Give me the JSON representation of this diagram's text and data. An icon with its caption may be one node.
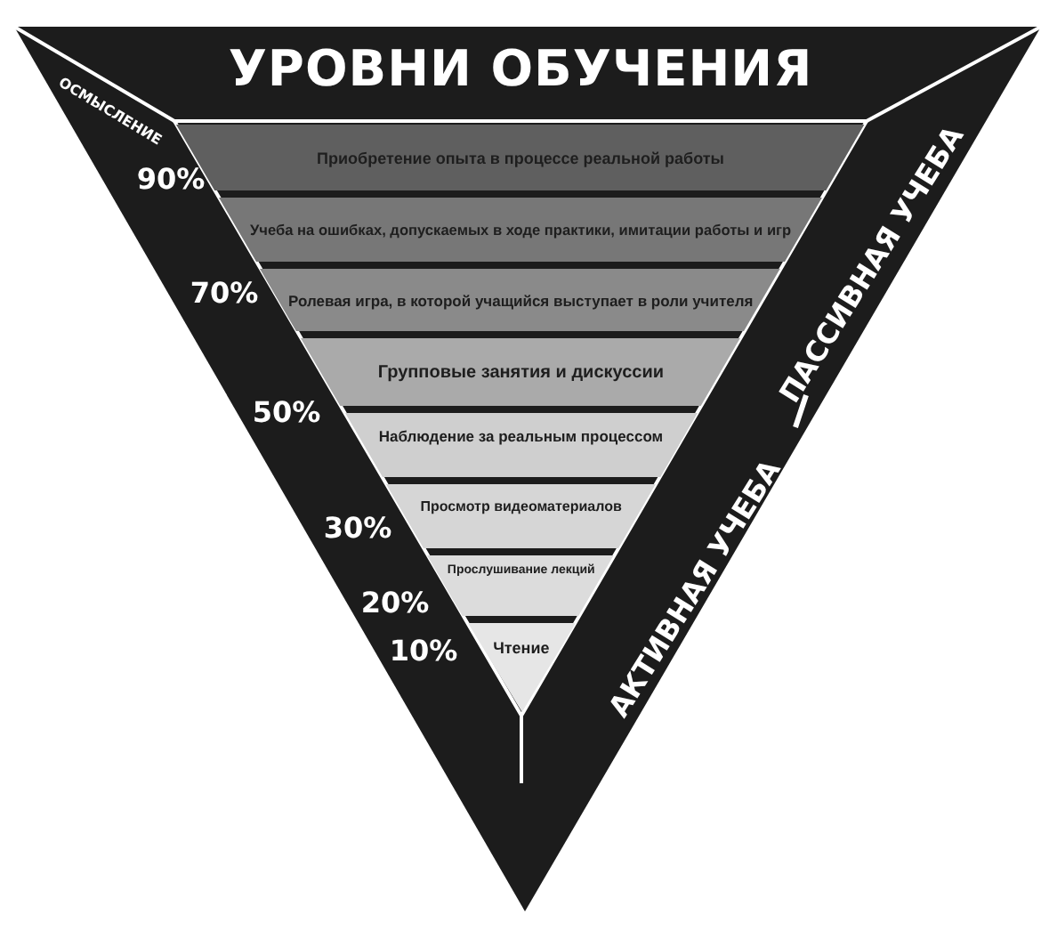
{
  "diagram": {
    "title": "УРОВНИ ОБУЧЕНИЯ",
    "nodes": [
      {
        "text": [
          "Приобретение опыта в процессе реальной работы"
        ]
      },
      {
        "text": [
          "Учеба на ошибках, допускаемых в ходе практики, имитации работы и игр"
        ]
      },
      {
        "text": [
          "Ролевая игра, в которой учащийся выступает в роли учителя"
        ]
      },
      {
        "text": [
          "Групповые занятия и дискуссии"
        ]
      },
      {
        "text": [
          "Наблюдение за реальным процессом"
        ]
      },
      {
        "text": [
          "Просмотр видеоматериалов"
        ]
      },
      {
        "text": [
          "Прослушивание лекций"
        ]
      },
      {
        "text": [
          "Чтение"
        ]
      }
    ],
    "labels": [
      "ОСМЫСЛЕНИЕ",
      "90%",
      "ПАССИВНАЯ УЧЕБА",
      "70%",
      "50%",
      "АКТИВНАЯ УЧЕБА",
      "30%",
      "20%",
      "10%"
    ]
  }
}
